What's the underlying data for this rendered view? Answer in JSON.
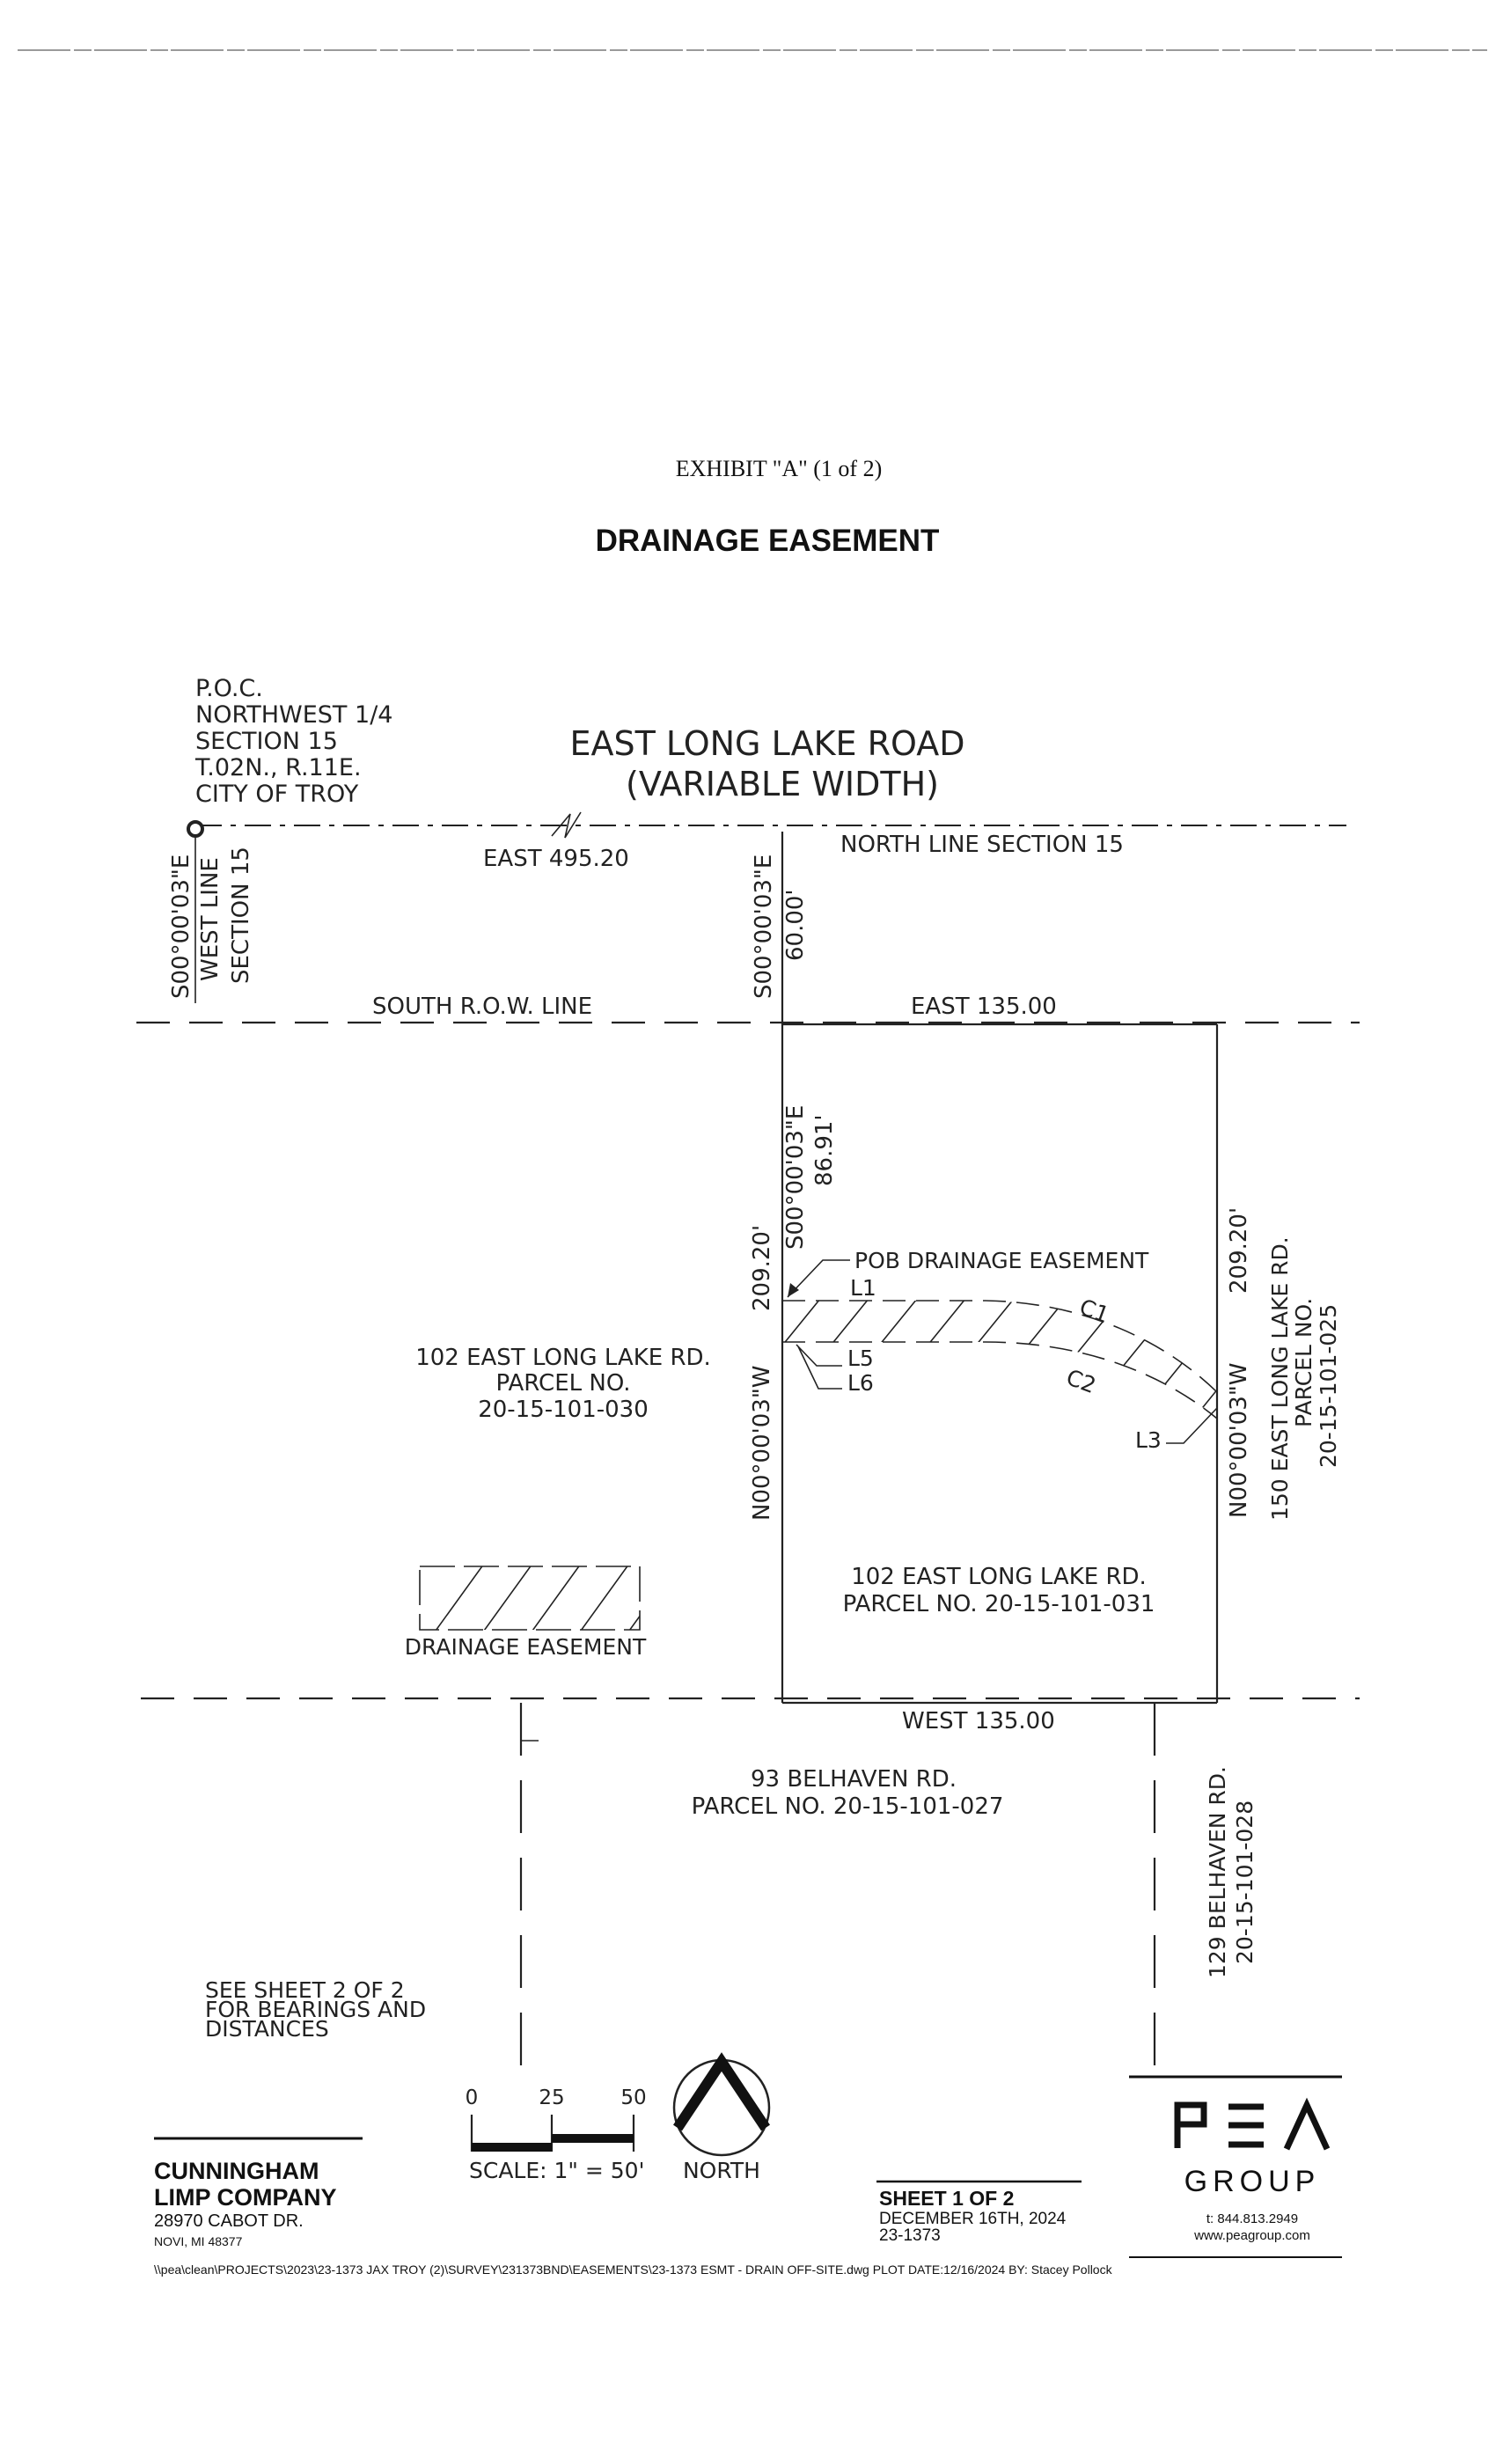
{
  "exhibit": {
    "title": "EXHIBIT \"A\" (1 of 2)",
    "heading": "DRAINAGE EASEMENT"
  },
  "poc": {
    "line1": "P.O.C.",
    "line2": "NORTHWEST 1/4",
    "line3": "SECTION 15",
    "line4": "T.02N., R.11E.",
    "line5": "CITY OF TROY"
  },
  "road": {
    "name": "EAST LONG LAKE ROAD",
    "width": "(VARIABLE WIDTH)"
  },
  "labels": {
    "east_495": "EAST  495.20",
    "north_line": "NORTH LINE SECTION 15",
    "west_bearing": "S00°00'03\"E",
    "west_line": "WEST LINE",
    "west_section": "SECTION 15",
    "row_bearing": "S00°00'03\"E",
    "row_dist": "60.00'",
    "south_row": "SOUTH R.O.W. LINE",
    "east_135": "EAST 135.00",
    "pob_bearing": "S00°00'03\"E",
    "pob_dist": "86.91'",
    "pob_label": "POB DRAINAGE EASEMENT",
    "L1": "L1",
    "L5": "L5",
    "L6": "L6",
    "C1": "C1",
    "C2": "C2",
    "L3": "L3",
    "west_side_bearing": "N00°00'03\"W",
    "west_side_dist": "209.20'",
    "east_side_bearing": "N00°00'03\"W",
    "east_side_dist": "209.20'",
    "west_135": "WEST 135.00"
  },
  "parcels": {
    "p030_addr": "102 EAST LONG LAKE RD.",
    "p030_label": "PARCEL NO.",
    "p030_num": "20-15-101-030",
    "p031_addr": "102 EAST LONG LAKE RD.",
    "p031_num": "PARCEL NO. 20-15-101-031",
    "p025_addr": "150 EAST LONG LAKE RD.",
    "p025_label": "PARCEL NO.",
    "p025_num": "20-15-101-025",
    "p027_addr": "93 BELHAVEN RD.",
    "p027_num": "PARCEL NO. 20-15-101-027",
    "p028_addr": "129 BELHAVEN RD.",
    "p028_num": "20-15-101-028"
  },
  "legend": {
    "easement_label": "DRAINAGE EASEMENT"
  },
  "note": {
    "line1": "SEE SHEET 2 OF 2",
    "line2": "FOR BEARINGS AND",
    "line3": "DISTANCES"
  },
  "scale": {
    "tick0": "0",
    "tick25": "25",
    "tick50": "50",
    "label": "SCALE: 1\" = 50'",
    "north": "NORTH"
  },
  "client": {
    "name1": "CUNNINGHAM",
    "name2": "LIMP COMPANY",
    "address1": "28970 CABOT DR.",
    "address2": "NOVI, MI 48377"
  },
  "sheet": {
    "number": "SHEET 1 OF 2",
    "date": "DECEMBER 16TH, 2024",
    "job": "23-1373"
  },
  "firm": {
    "logo": "PEA",
    "group": "GROUP",
    "phone": "t: 844.813.2949",
    "web": "www.peagroup.com"
  },
  "footer": {
    "path": "\\\\pea\\clean\\PROJECTS\\2023\\23-1373 JAX TROY (2)\\SURVEY\\231373BND\\EASEMENTS\\23-1373 ESMT - DRAIN OFF-SITE.dwg PLOT DATE:12/16/2024  BY: Stacey Pollock"
  }
}
